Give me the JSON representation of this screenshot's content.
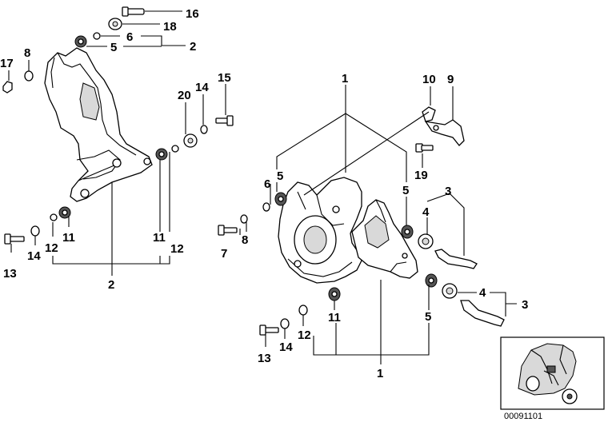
{
  "diagram": {
    "callouts": [
      {
        "id": "c16a",
        "text": "16"
      },
      {
        "id": "c18a",
        "text": "18"
      },
      {
        "id": "c6a",
        "text": "6"
      },
      {
        "id": "c2a",
        "text": "2"
      },
      {
        "id": "c5a",
        "text": "5"
      },
      {
        "id": "c17a",
        "text": "17"
      },
      {
        "id": "c8a",
        "text": "8"
      },
      {
        "id": "c20a",
        "text": "20"
      },
      {
        "id": "c14a",
        "text": "14"
      },
      {
        "id": "c15a",
        "text": "15"
      },
      {
        "id": "c11a",
        "text": "11"
      },
      {
        "id": "c14b",
        "text": "14"
      },
      {
        "id": "c12a",
        "text": "12"
      },
      {
        "id": "c13a",
        "text": "13"
      },
      {
        "id": "c11b",
        "text": "11"
      },
      {
        "id": "c12b",
        "text": "12"
      },
      {
        "id": "c2b",
        "text": "2"
      },
      {
        "id": "c1a",
        "text": "1"
      },
      {
        "id": "c10a",
        "text": "10"
      },
      {
        "id": "c9a",
        "text": "9"
      },
      {
        "id": "c6b",
        "text": "6"
      },
      {
        "id": "c5b",
        "text": "5"
      },
      {
        "id": "c5c",
        "text": "5"
      },
      {
        "id": "c19a",
        "text": "19"
      },
      {
        "id": "c3a",
        "text": "3"
      },
      {
        "id": "c4a",
        "text": "4"
      },
      {
        "id": "c8b",
        "text": "8"
      },
      {
        "id": "c7a",
        "text": "7"
      },
      {
        "id": "c4b",
        "text": "4"
      },
      {
        "id": "c3b",
        "text": "3"
      },
      {
        "id": "c11c",
        "text": "11"
      },
      {
        "id": "c12c",
        "text": "12"
      },
      {
        "id": "c5d",
        "text": "5"
      },
      {
        "id": "c14c",
        "text": "14"
      },
      {
        "id": "c13b",
        "text": "13"
      },
      {
        "id": "c1b",
        "text": "1"
      }
    ],
    "catalog_number": "00091101"
  }
}
